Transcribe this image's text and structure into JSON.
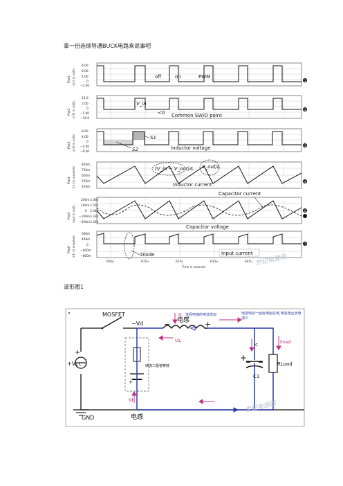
{
  "heading": "拿一份连续导通BUCK电路来说事吧",
  "figure_caption": "波形图1",
  "scope": {
    "plots": [
      {
        "title": "Plot1",
        "unit": "v(1) in volts",
        "ticks": [
          "8.00",
          "6.00",
          "4.00",
          "0",
          "−2.00"
        ],
        "annotations": [
          "off",
          "on",
          "PWM"
        ],
        "marker": "1"
      },
      {
        "title": "Plot2",
        "unit": "v(3) in volts",
        "ticks": [
          "10.0",
          "5.00",
          "0",
          "−5.00",
          "−10.0"
        ],
        "annotations": [
          "V_in",
          "<0",
          "Common SW/D point"
        ],
        "marker": "3"
      },
      {
        "title": "Plot3",
        "unit": "v(3) in volts",
        "ticks": [
          "8.00",
          "4.00",
          "0",
          "−4.00",
          "−8.00"
        ],
        "annotations": [
          "S1",
          "S2",
          "Inductor voltage"
        ],
        "marker": "3"
      },
      {
        "title": "Plot4",
        "unit": "i(1) in amperes",
        "ticks": [
          "850m",
          "750m",
          "650m",
          "550m",
          "450m"
        ],
        "annotations": [
          "(V_in − V_out)/L",
          "V_out/L",
          "Inductor current"
        ],
        "marker": "4"
      },
      {
        "title": "Plot5",
        "unit": "vout in volts",
        "ticks": [
          "200m",
          "100m",
          "0",
          "−100m",
          "−200m"
        ],
        "ticks_right": [
          "3.360",
          "3.350",
          "3.340",
          "3.330",
          "3.320"
        ],
        "annotations": [
          "Capacitor current",
          "Capacitor voltage"
        ],
        "marker": "5"
      },
      {
        "title": "Plot6",
        "unit": "i(3) in amperes",
        "ticks": [
          "600m",
          "400m",
          "0",
          "−400m",
          "−800m"
        ],
        "annotations": [
          "Diode",
          "Input current"
        ],
        "marker": "7"
      }
    ],
    "x_ticks": [
      "605u",
      "615u",
      "625u",
      "635u",
      "645u"
    ],
    "x_label": "Time in seconds",
    "watermark": "世纪电源网"
  },
  "circuit": {
    "labels": {
      "mosfet": "MOSFET",
      "vd": "−Vd",
      "inductor_top": "电感",
      "inductor_plus": "+",
      "inductor_minus": "−",
      "il": "IL",
      "il_note": "流经电感的电流增加",
      "ul": "UL",
      "cap_note": "电感电容一起给电阻充电,电容电压放电减少",
      "ic": "Ic",
      "iload": "Iload",
      "c1": "C1",
      "rload": "RLoad",
      "vcc": "+Vcc",
      "gnd": "GND",
      "diode_box": "续流二极管等效",
      "id": "Id",
      "bottom": "电感",
      "plus": "+",
      "cap_plus": "+"
    },
    "watermark": "世纪电源网"
  }
}
